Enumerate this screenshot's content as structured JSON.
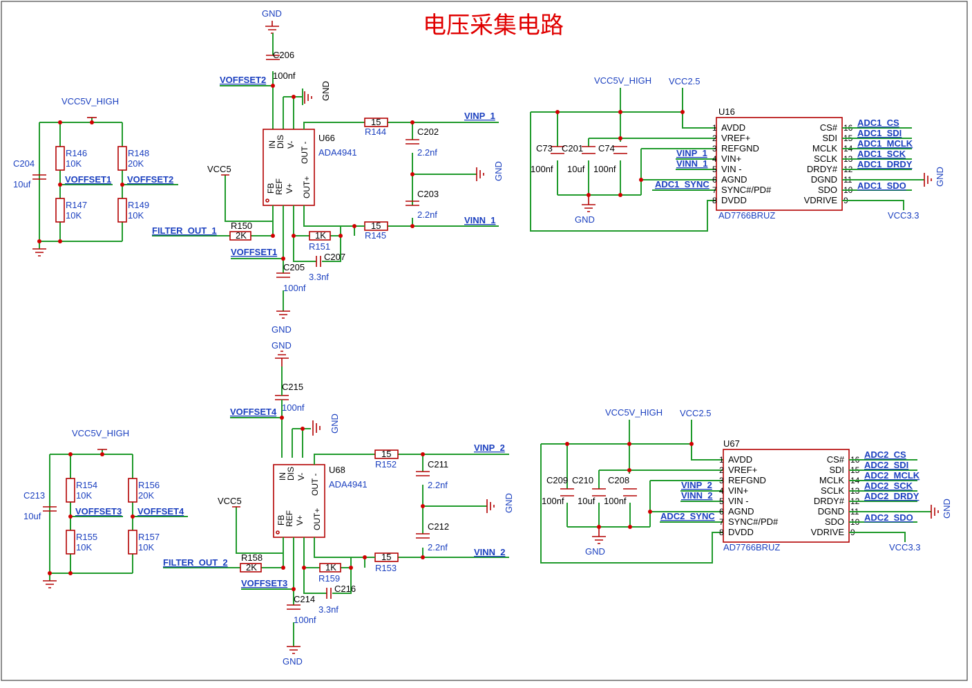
{
  "title": "电压采集电路",
  "power": {
    "gnd": "GND",
    "vcc5": "VCC5",
    "vcc5h": "VCC5V_HIGH",
    "vcc25": "VCC2.5",
    "vcc33": "VCC3.3"
  },
  "nets": {
    "voffset1": "VOFFSET1",
    "voffset2": "VOFFSET2",
    "voffset3": "VOFFSET3",
    "voffset4": "VOFFSET4",
    "filter1": "FILTER_OUT_1",
    "filter2": "FILTER_OUT_2",
    "vinp1": "VINP_1",
    "vinn1": "VINN_1",
    "vinp2": "VINP_2",
    "vinn2": "VINN_2",
    "sync1": "ADC1_SYNC",
    "sync2": "ADC2_SYNC"
  },
  "amp1": {
    "ref": "U66",
    "part": "ADA4941"
  },
  "amp2": {
    "ref": "U68",
    "part": "ADA4941"
  },
  "amp_pins": {
    "p8": "IN",
    "p7": "DIS",
    "p6": "V-",
    "p5": "OUT -",
    "p1": "FB",
    "p2": "REF",
    "p3": "V+",
    "p4": "OUT+"
  },
  "adc1": {
    "ref": "U16",
    "part": "AD7766BRUZ",
    "outs": [
      "ADC1_CS",
      "ADC1_SDI",
      "ADC1_MCLK",
      "ADC1_SCK",
      "ADC1_DRDY",
      "",
      "ADC1_SDO"
    ]
  },
  "adc2": {
    "ref": "U67",
    "part": "AD7766BRUZ",
    "outs": [
      "ADC2_CS",
      "ADC2_SDI",
      "ADC2_MCLK",
      "ADC2_SCK",
      "ADC2_DRDY",
      "",
      "ADC2_SDO"
    ]
  },
  "adc_pins_left": [
    "AVDD",
    "VREF+",
    "REFGND",
    "VIN+",
    "VIN -",
    "AGND",
    "SYNC#/PD#",
    "DVDD"
  ],
  "adc_pins_right": [
    "CS#",
    "SDI",
    "MCLK",
    "SCLK",
    "DRDY#",
    "DGND",
    "SDO",
    "VDRIVE"
  ],
  "adc_nums_left": [
    "1",
    "2",
    "3",
    "4",
    "5",
    "6",
    "7",
    "8"
  ],
  "adc_nums_right": [
    "16",
    "15",
    "14",
    "13",
    "12",
    "11",
    "10",
    "9"
  ],
  "parts": {
    "C204": "10uf",
    "R146": "10K",
    "R147": "10K",
    "R148": "20K",
    "R149": "10K",
    "C206": "100nf",
    "C205": "100nf",
    "C207": "3.3nf",
    "R150": "2K",
    "R151": "1K",
    "R144": "15",
    "R145": "15",
    "C202": "2.2nf",
    "C203": "2.2nf",
    "C73": "100nf",
    "C201": "10uf",
    "C74": "100nf",
    "C213": "10uf",
    "R154": "10K",
    "R155": "10K",
    "R156": "20K",
    "R157": "10K",
    "C215": "100nf",
    "C214": "100nf",
    "C216": "3.3nf",
    "R158": "2K",
    "R159": "1K",
    "R152": "15",
    "R153": "15",
    "C211": "2.2nf",
    "C212": "2.2nf",
    "C209": "100nf",
    "C210": "10uf",
    "C208": "100nf"
  }
}
